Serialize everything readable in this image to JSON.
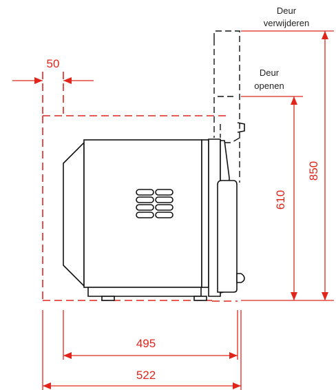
{
  "labels": {
    "door_remove_line1": "Deur",
    "door_remove_line2": "verwijderen",
    "door_open_line1": "Deur",
    "door_open_line2": "openen"
  },
  "dimensions": {
    "clearance_side": "50",
    "depth_appliance": "495",
    "depth_total": "522",
    "height_open": "610",
    "height_remove": "850"
  },
  "colors": {
    "dimension_red": "#e1251b",
    "outline_black": "#111111"
  }
}
